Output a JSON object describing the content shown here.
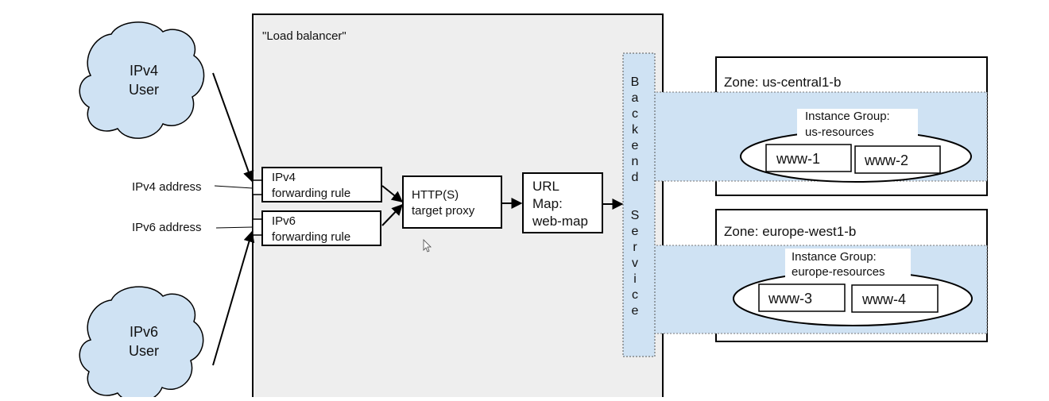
{
  "load_balancer": {
    "label": "\"Load balancer\""
  },
  "users": {
    "ipv4": {
      "line1": "IPv4",
      "line2": "User"
    },
    "ipv6": {
      "line1": "IPv6",
      "line2": "User"
    }
  },
  "addresses": {
    "ipv4": "IPv4 address",
    "ipv6": "IPv6 address"
  },
  "forwarding_rules": {
    "ipv4": {
      "line1": "IPv4",
      "line2": "forwarding rule"
    },
    "ipv6": {
      "line1": "IPv6",
      "line2": "forwarding rule"
    }
  },
  "target_proxy": {
    "line1": "HTTP(S)",
    "line2": "target proxy"
  },
  "url_map": {
    "line1": "URL",
    "line2": "Map:",
    "line3": "web-map"
  },
  "backend_service": {
    "letters": [
      "B",
      "a",
      "c",
      "k",
      "e",
      "n",
      "d",
      "S",
      "e",
      "r",
      "v",
      "i",
      "c",
      "e"
    ]
  },
  "zones": {
    "us": {
      "title": "Zone: us-central1-b",
      "group_line1": "Instance Group:",
      "group_line2": "us-resources",
      "instances": [
        "www-1",
        "www-2"
      ]
    },
    "eu": {
      "title": "Zone: europe-west1-b",
      "group_line1": "Instance Group:",
      "group_line2": "europe-resources",
      "instances": [
        "www-3",
        "www-4"
      ]
    }
  },
  "colors": {
    "cloud_fill": "#cfe2f3",
    "band_fill": "#cfe2f3",
    "lb_fill": "#eeeeee",
    "stroke": "#000000"
  }
}
